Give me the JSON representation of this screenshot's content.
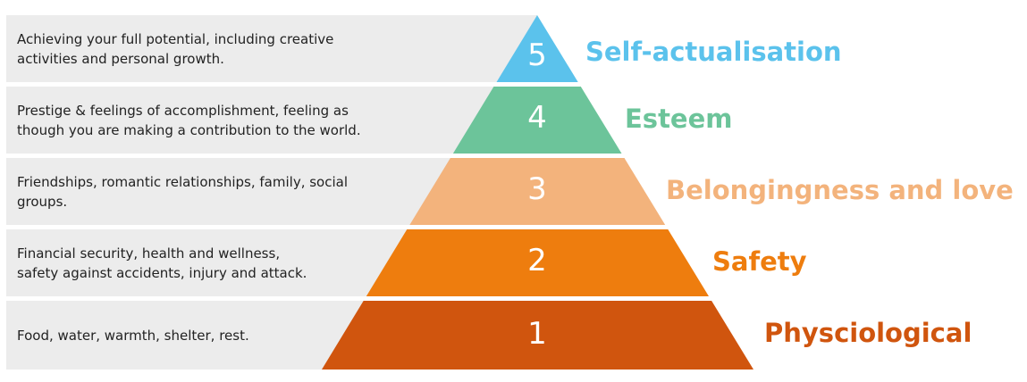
{
  "diagram": {
    "levels": [
      {
        "number": "5",
        "name": "Self-actualisation",
        "description": "Achieving your full potential, including creative\nactivities and personal growth.",
        "color": "#5bc2ec"
      },
      {
        "number": "4",
        "name": "Esteem",
        "description": "Prestige & feelings of accomplishment, feeling as\nthough you are making a contribution to the world.",
        "color": "#6cc49a"
      },
      {
        "number": "3",
        "name": "Belongingness and love",
        "description": "Friendships, romantic relationships, family, social\ngroups.",
        "color": "#f3b37c"
      },
      {
        "number": "2",
        "name": "Safety",
        "description": "Financial security, health and wellness,\nsafety against accidents, injury and attack.",
        "color": "#ee7d0e"
      },
      {
        "number": "1",
        "name": "Physciological",
        "description": "Food, water, warmth, shelter, rest.",
        "color": "#d0550e"
      }
    ]
  }
}
